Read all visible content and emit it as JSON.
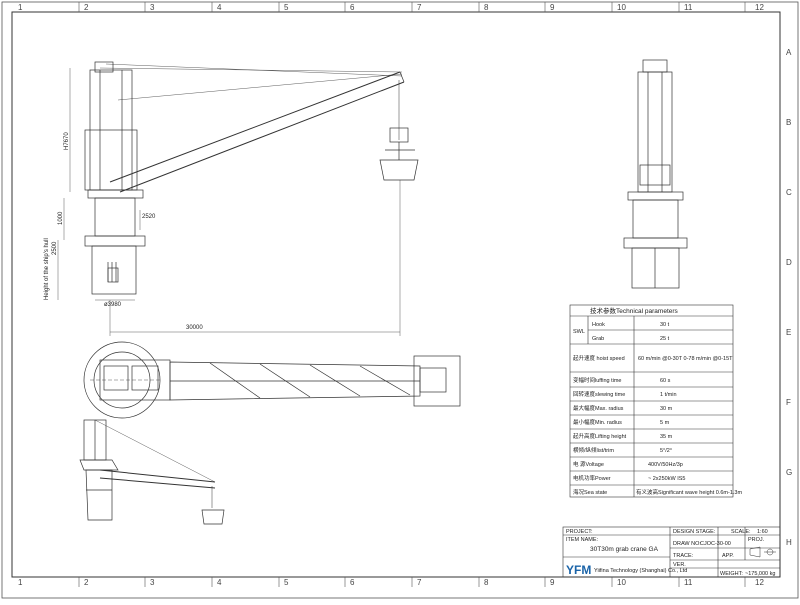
{
  "grid": {
    "columns": [
      "1",
      "2",
      "3",
      "4",
      "5",
      "6",
      "7",
      "8",
      "9",
      "10",
      "11",
      "12"
    ],
    "rows": [
      "A",
      "B",
      "C",
      "D",
      "E",
      "F",
      "G",
      "H"
    ]
  },
  "dimensions": {
    "height_total": "H7670",
    "d1": "1000",
    "d2": "2500",
    "base": "ø3980",
    "height2": "2520",
    "radius": "30000",
    "vertical_label": "Height of the ship's hull"
  },
  "tech": {
    "title": "技术参数Technical parameters",
    "swl": "SWL",
    "rows": [
      {
        "label": "Hook",
        "value": "30  t"
      },
      {
        "label": "Grab",
        "value": "25  t"
      },
      {
        "label": "起升速度\nhoist speed",
        "value": "60 m/min  @0-30T\n0-78 m/min  @0-15T"
      },
      {
        "label": "变幅时间luffing time",
        "value": "60 s"
      },
      {
        "label": "回转速度slewing time",
        "value": "1 t/min"
      },
      {
        "label": "最大幅度Max. radius",
        "value": "30 m"
      },
      {
        "label": "最小幅度Min. radius",
        "value": "5 m"
      },
      {
        "label": "起升高度Lifting height",
        "value": "35 m"
      },
      {
        "label": "横倾/纵倾list/trim",
        "value": "5°/2°"
      },
      {
        "label": "电  源Voltage",
        "value": "400V/50Hz/3p"
      },
      {
        "label": "电机功率Power",
        "value": "~ 2x250kW IS5"
      },
      {
        "label": "海况Sea state",
        "value": "有义波高Significant wave height  0.6m-1.3m"
      }
    ]
  },
  "title_block": {
    "project_label": "PROJECT:",
    "item_label": "ITEM NAME:",
    "item_name": "30T30m grab crane GA",
    "design_stage_label": "DESIGN STAGE:",
    "scale_label": "SCALE:",
    "scale": "1:60",
    "draw_no_label": "DRAW NO:",
    "draw_no": "CJOC-30-00",
    "proj_label": "PROJ.",
    "trace_label": "TRACE:",
    "app_label": "APP.",
    "weight_label": "WEIGHT:",
    "weight": "~175,000 kg",
    "ver_label": "VER.",
    "logo": "YFM",
    "company": "Yiifina Technology (Shanghai) Co., Ltd"
  }
}
